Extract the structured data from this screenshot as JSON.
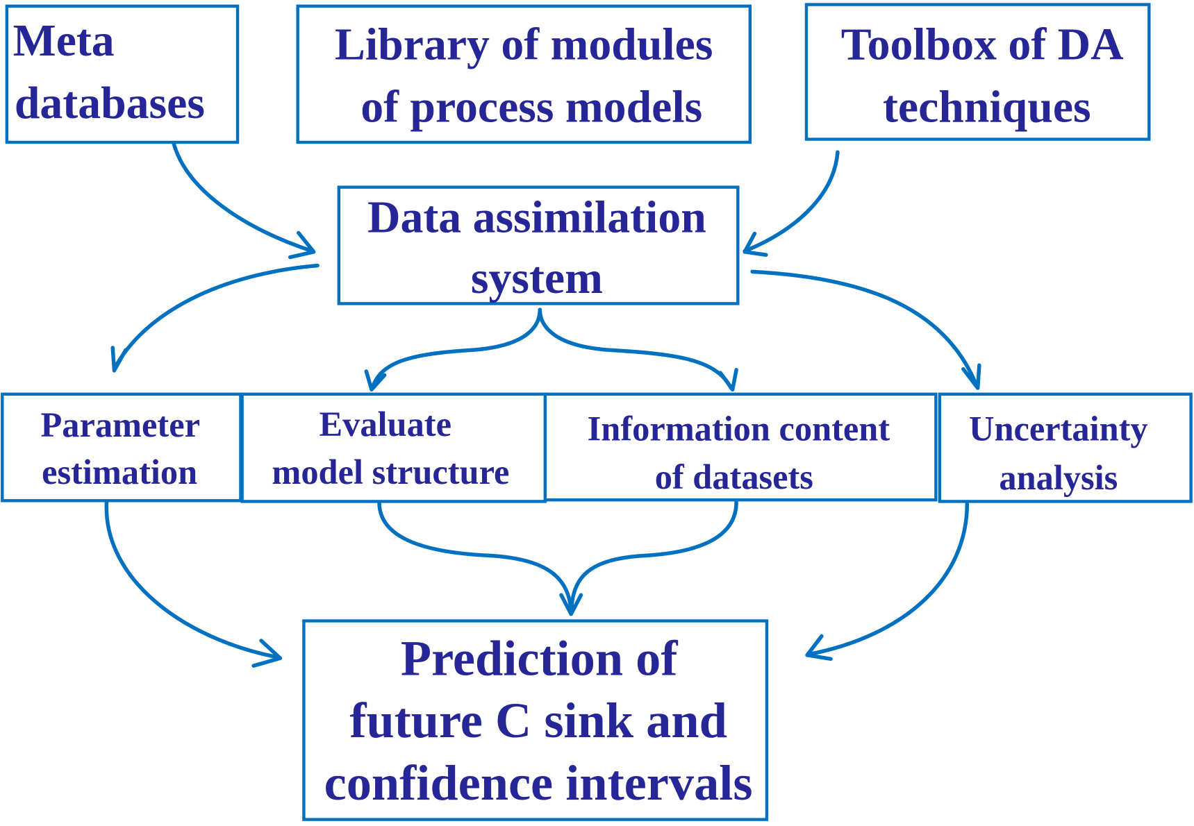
{
  "colors": {
    "text": "#262696",
    "line": "#0070C0",
    "background": "#ffffff"
  },
  "nodes": {
    "meta_databases": {
      "lines": [
        "Meta",
        "databases"
      ]
    },
    "library_modules": {
      "lines": [
        "Library of modules",
        "of process models"
      ]
    },
    "toolbox_da": {
      "lines": [
        "Toolbox of DA",
        "techniques"
      ]
    },
    "da_system": {
      "lines": [
        "Data assimilation",
        "system"
      ]
    },
    "parameter_estimation": {
      "lines": [
        "Parameter",
        "estimation"
      ]
    },
    "evaluate_model": {
      "lines": [
        "Evaluate",
        "model structure"
      ]
    },
    "information_content": {
      "lines": [
        "Information content",
        "of datasets"
      ]
    },
    "uncertainty_analysis": {
      "lines": [
        "Uncertainty",
        "analysis"
      ]
    },
    "prediction": {
      "lines": [
        "Prediction of",
        "future C sink and",
        "confidence intervals"
      ]
    }
  },
  "edges": [
    {
      "from": "meta_databases",
      "to": "da_system"
    },
    {
      "from": "toolbox_da",
      "to": "da_system"
    },
    {
      "from": "da_system",
      "to": "parameter_estimation"
    },
    {
      "from": "da_system",
      "to": "evaluate_model"
    },
    {
      "from": "da_system",
      "to": "information_content"
    },
    {
      "from": "da_system",
      "to": "uncertainty_analysis"
    },
    {
      "from": "parameter_estimation",
      "to": "prediction"
    },
    {
      "from": "evaluate_model",
      "to": "prediction"
    },
    {
      "from": "information_content",
      "to": "prediction"
    },
    {
      "from": "uncertainty_analysis",
      "to": "prediction"
    }
  ]
}
